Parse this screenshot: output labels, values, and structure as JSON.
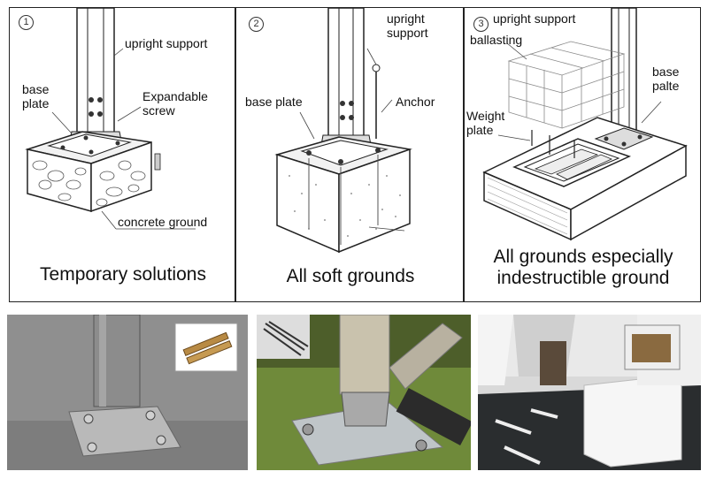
{
  "panels": [
    {
      "number": "1",
      "labels": {
        "upright_support": "upright support",
        "base_plate": "base\nplate",
        "expandable_screw": "Expandable\nscrew",
        "concrete_ground": "concrete ground"
      },
      "caption": "Temporary solutions"
    },
    {
      "number": "2",
      "labels": {
        "upright_support": "upright\nsupport",
        "base_plate": "base plate",
        "anchor": "Anchor"
      },
      "caption": "All soft grounds"
    },
    {
      "number": "3",
      "labels": {
        "upright_support": "upright support",
        "ballasting": "ballasting",
        "base_plate": "base\npalte",
        "weight_plate": "Weight\nplate"
      },
      "caption": "All grounds especially\nindestructible ground"
    }
  ],
  "photos": [
    {
      "name": "baseplate-on-concrete"
    },
    {
      "name": "baseplate-on-grass"
    },
    {
      "name": "ballast-box-in-tent"
    }
  ],
  "colors": {
    "line": "#222222",
    "concrete": "#9a9a9a",
    "grass": "#6f8a3a",
    "steel": "#b8b8b8"
  }
}
